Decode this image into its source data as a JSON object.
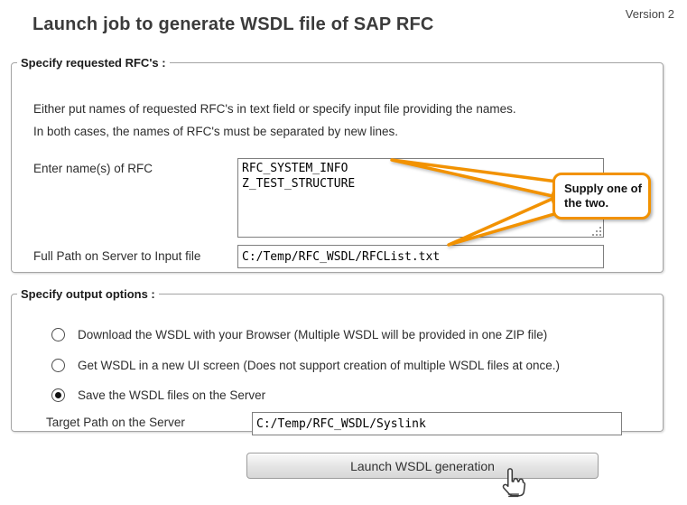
{
  "page": {
    "title": "Launch job to generate WSDL file of SAP RFC",
    "version": "Version 2"
  },
  "rfc_section": {
    "legend": "Specify requested RFC's :",
    "instruction_line1": "Either put names of requested RFC's in text field or specify input file providing the names.",
    "instruction_line2": "In both cases, the names of RFC's must be separated by new lines.",
    "rfc_names_label": "Enter name(s) of RFC",
    "rfc_names_value": "RFC_SYSTEM_INFO\nZ_TEST_STRUCTURE",
    "input_file_label": "Full Path on Server to Input file",
    "input_file_value": "C:/Temp/RFC_WSDL/RFCList.txt"
  },
  "callout": {
    "text": "Supply one of the two.",
    "accent_color": "#f29200"
  },
  "output_section": {
    "legend": "Specify output options :",
    "options": [
      {
        "label": "Download the WSDL with your Browser (Multiple WSDL will be provided in one ZIP file)",
        "selected": false
      },
      {
        "label": "Get WSDL in a new UI screen (Does not support creation of multiple WSDL files at once.)",
        "selected": false
      },
      {
        "label": "Save the WSDL files on the Server",
        "selected": true
      }
    ],
    "target_path_label": "Target Path on the Server",
    "target_path_value": "C:/Temp/RFC_WSDL/Syslink"
  },
  "actions": {
    "launch_button_label": "Launch WSDL generation"
  }
}
